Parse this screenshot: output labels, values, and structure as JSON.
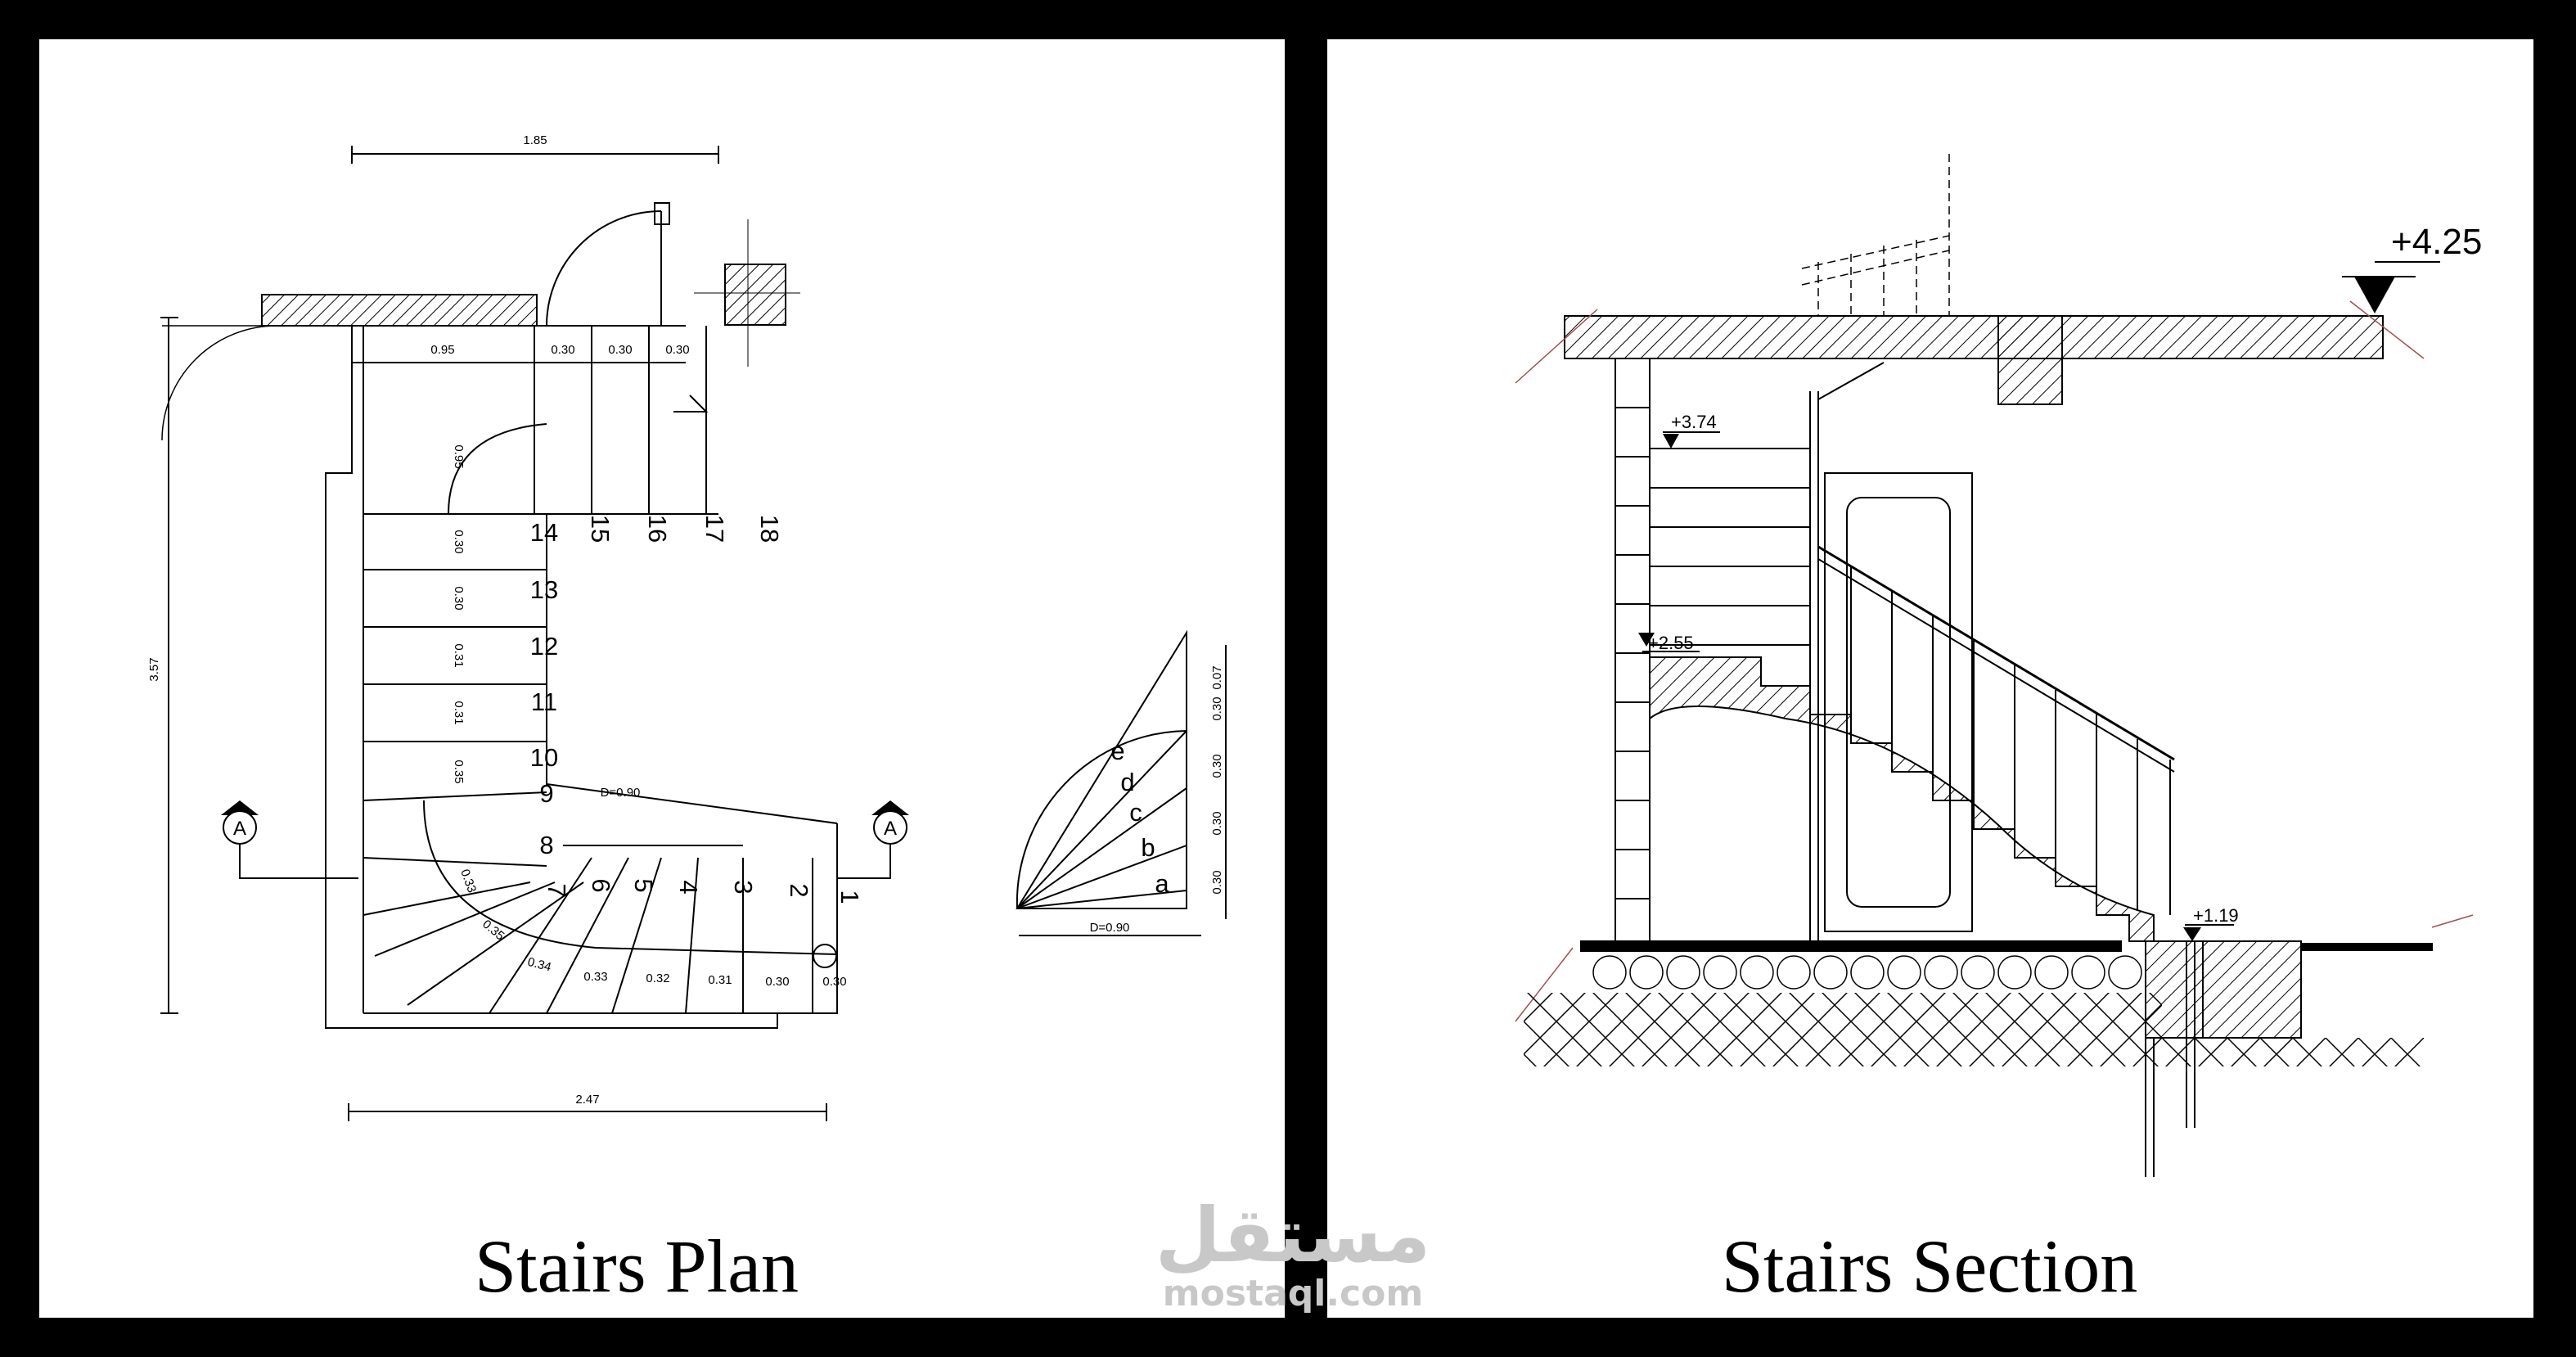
{
  "plan": {
    "title": "Stairs Plan",
    "dims": {
      "top": "1.85",
      "bottom": "2.47",
      "left": "3.57",
      "d_main": "D=0.90",
      "d_detail": "D=0.90"
    },
    "top_treads": [
      "0.95",
      "0.30",
      "0.30",
      "0.30"
    ],
    "left_vertical": "0.95",
    "left_treads": [
      "0.30",
      "0.30",
      "0.31",
      "0.31",
      "0.35"
    ],
    "winder_treads": [
      "0.33",
      "0.35",
      "0.34"
    ],
    "bottom_treads": [
      "0.33",
      "0.32",
      "0.31",
      "0.30",
      "0.30"
    ],
    "step_numbers": [
      "1",
      "2",
      "3",
      "4",
      "5",
      "6",
      "7",
      "8",
      "9",
      "10",
      "11",
      "12",
      "13",
      "14",
      "15",
      "16",
      "17",
      "18"
    ],
    "section_marker": "A",
    "detail_letters": [
      "a",
      "b",
      "c",
      "d",
      "e"
    ],
    "detail_dims": [
      "0.07",
      "0.30",
      "0.30",
      "0.30",
      "0.30"
    ]
  },
  "section": {
    "title": "Stairs Section",
    "levels": [
      "+4.25",
      "+3.74",
      "+2.55",
      "+1.19"
    ]
  },
  "watermark": {
    "arabic": "مستقل",
    "latin": "mostaql.com"
  }
}
